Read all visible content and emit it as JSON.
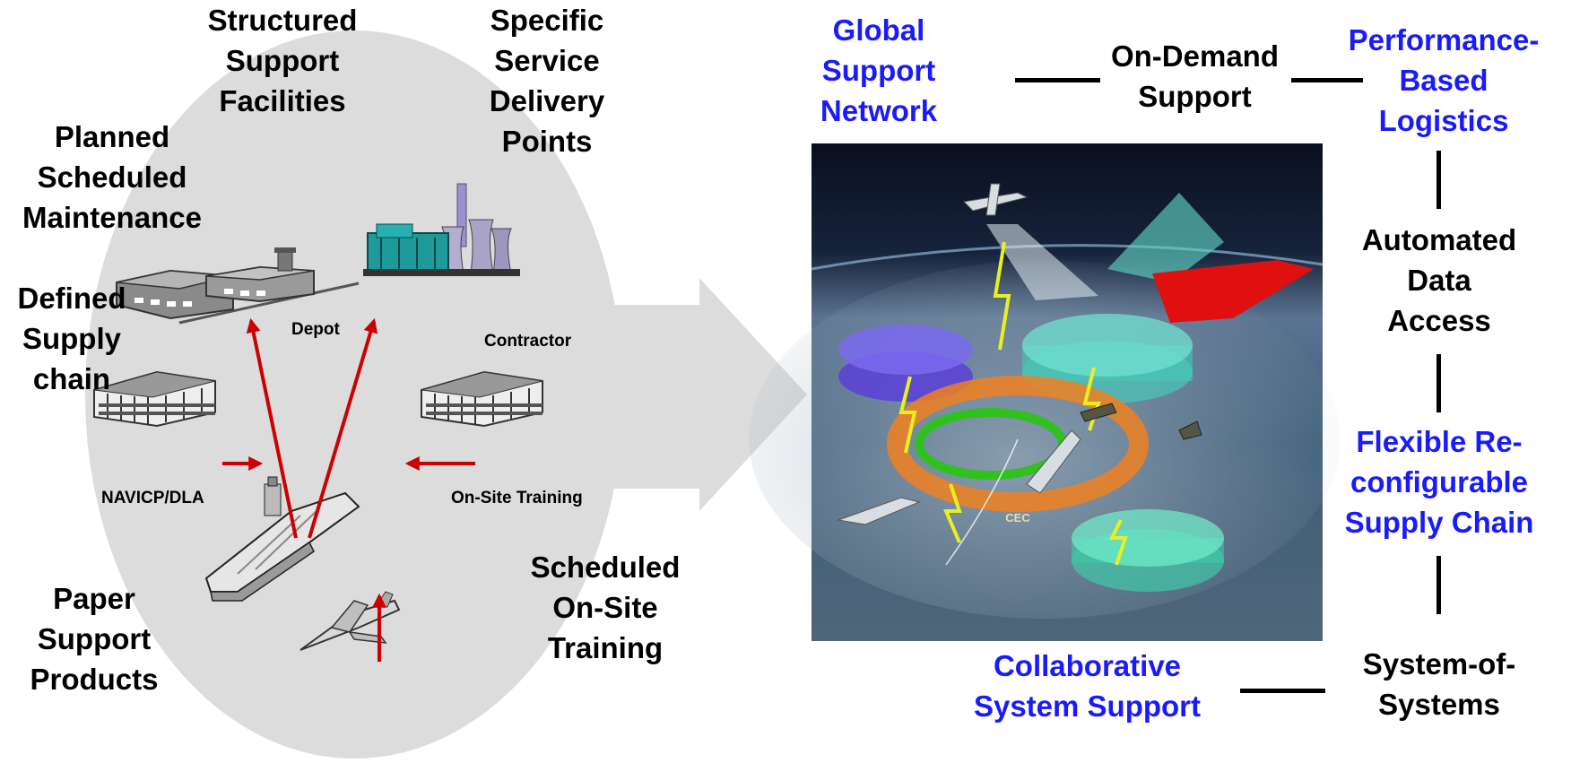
{
  "left": {
    "labels": {
      "structured": "Structured\nSupport\nFacilities",
      "specific": "Specific\nService\nDelivery\nPoints",
      "planned": "Planned\nScheduled\nMaintenance",
      "defined": "Defined\nSupply\nchain",
      "paper": "Paper\nSupport\nProducts",
      "scheduled": "Scheduled\nOn-Site\nTraining"
    },
    "nodes": {
      "depot": "Depot",
      "contractor": "Contractor",
      "navicp": "NAVICP/DLA",
      "onsite": "On-Site Training"
    }
  },
  "right": {
    "labels": {
      "global": "Global\nSupport\nNetwork",
      "ondemand": "On-Demand\nSupport",
      "pbl": "Performance-\nBased\nLogistics",
      "automated": "Automated\nData\nAccess",
      "flexible": "Flexible Re-\nconfigurable\nSupply Chain",
      "collab": "Collaborative\nSystem Support",
      "sos": "System-of-\nSystems"
    },
    "scene": {
      "cec": "CEC"
    }
  },
  "colors": {
    "blue_label": "#1a1aff",
    "arrow_red": "#cc0000",
    "ellipse_gray": "#dcdcdc"
  }
}
